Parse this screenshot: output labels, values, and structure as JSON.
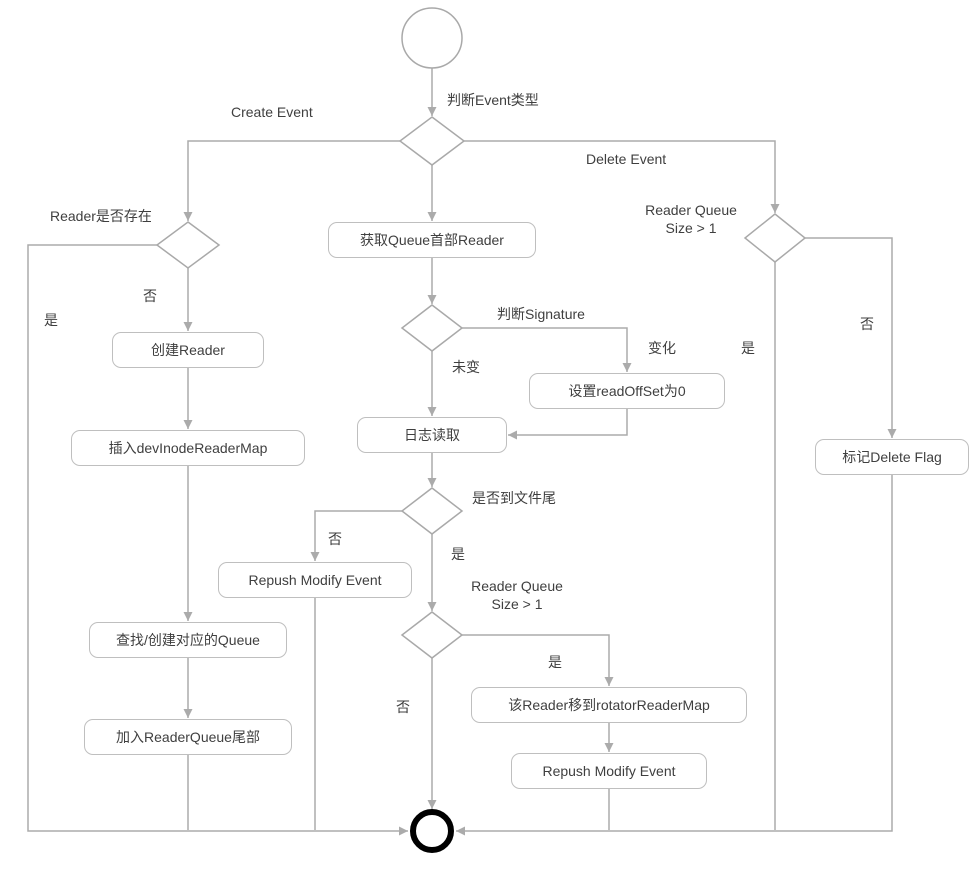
{
  "flowchart": {
    "nodes": {
      "get_queue_head_reader": "获取Queue首部Reader",
      "create_reader": "创建Reader",
      "insert_dev_inode_reader_map": "插入devInodeReaderMap",
      "find_create_queue": "查找/创建对应的Queue",
      "append_reader_queue_tail": "加入ReaderQueue尾部",
      "set_read_offset_zero": "设置readOffSet为0",
      "log_read": "日志读取",
      "move_reader_to_rotator_map": "该Reader移到rotatorReaderMap",
      "repush_modify_event_left": "Repush Modify Event",
      "repush_modify_event_right": "Repush Modify Event",
      "mark_delete_flag": "标记Delete Flag"
    },
    "decisions": {
      "judge_event_type": "判断Event类型",
      "reader_exists": "Reader是否存在",
      "judge_signature": "判断Signature",
      "is_file_end": "是否到文件尾",
      "reader_queue_size_mid": "Reader Queue Size > 1",
      "reader_queue_size_right": "Reader Queue Size > 1"
    },
    "branch_labels": {
      "create_event": "Create Event",
      "delete_event": "Delete Event",
      "reader_exists_yes": "是",
      "reader_exists_no": "否",
      "signature_unchanged": "未变",
      "signature_changed": "变化",
      "file_end_no": "否",
      "file_end_yes": "是",
      "queue_size_mid_yes": "是",
      "queue_size_mid_no": "否",
      "queue_size_right_yes": "是",
      "queue_size_right_no": "否"
    },
    "colors": {
      "connector": "#ababab",
      "node_border": "#bfbfbf",
      "text": "#3f3f3f",
      "final_node": "#000000"
    }
  }
}
